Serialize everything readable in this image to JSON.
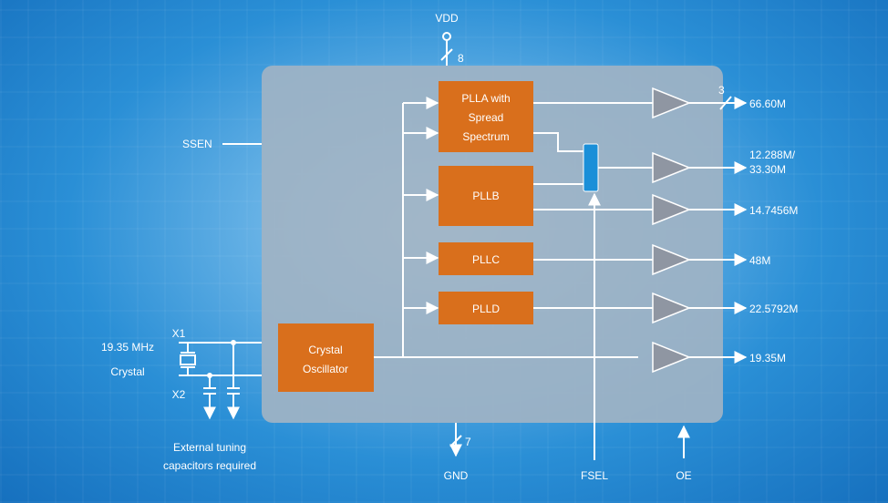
{
  "pins": {
    "vdd": "VDD",
    "vdd_bus": "8",
    "gnd": "GND",
    "gnd_bus": "7",
    "ssen": "SSEN",
    "fsel": "FSEL",
    "oe": "OE",
    "x1": "X1",
    "x2": "X2"
  },
  "crystal": {
    "line1": "19.35 MHz",
    "line2": "Crystal"
  },
  "note": {
    "line1": "External tuning",
    "line2": "capacitors required"
  },
  "blocks": {
    "plla": [
      "PLLA with",
      "Spread",
      "Spectrum"
    ],
    "pllb": "PLLB",
    "pllc": "PLLC",
    "plld": "PLLD",
    "osc": [
      "Crystal",
      "Oscillator"
    ]
  },
  "outputs": {
    "o1_bus": "3",
    "o1": "66.60M",
    "o2a": "12.288M/",
    "o2b": "33.30M",
    "o3": "14.7456M",
    "o4": "48M",
    "o5": "22.5792M",
    "o6": "19.35M"
  },
  "colors": {
    "block": "#d96f1c",
    "mux": "#1a8fd8",
    "chip": "#9fb3c4",
    "buffer": "#8f96a2"
  }
}
